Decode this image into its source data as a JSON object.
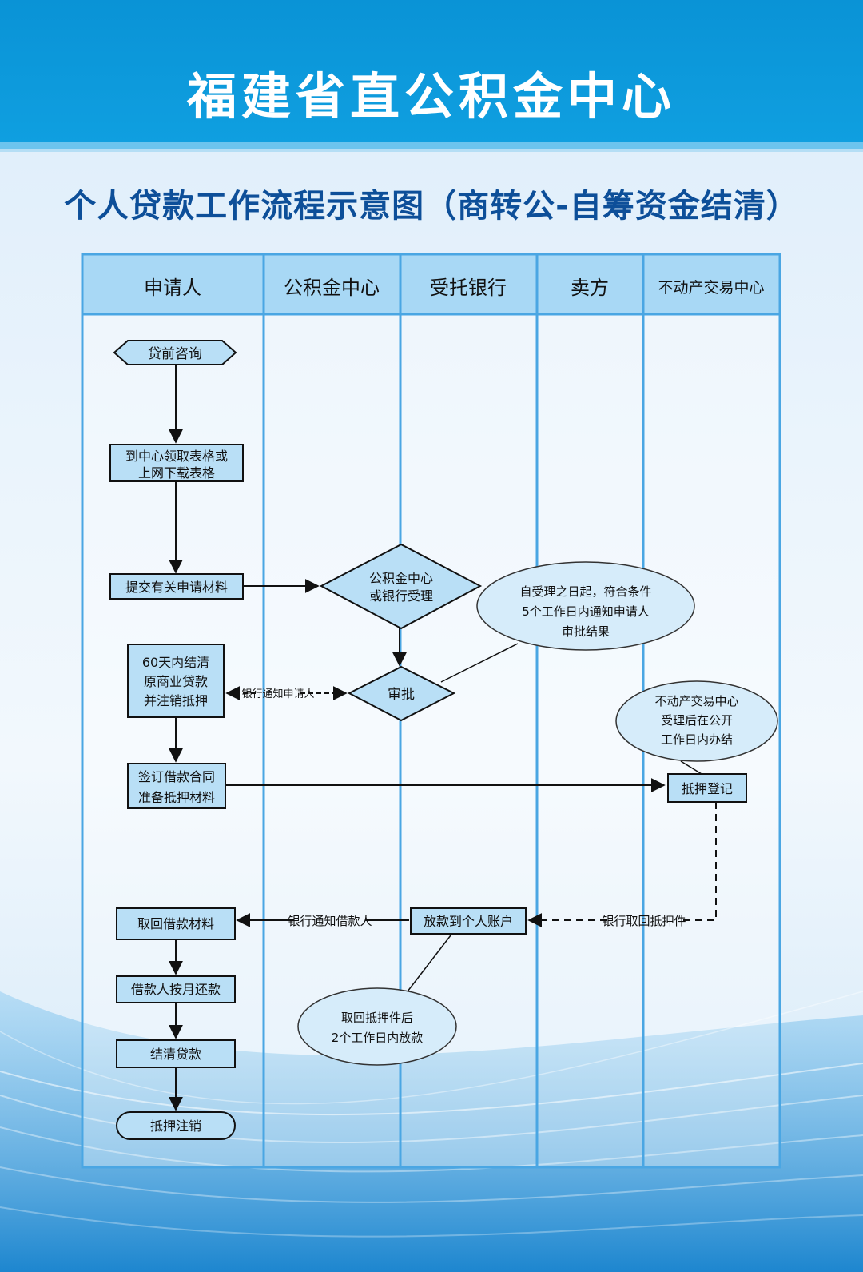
{
  "header": {
    "title": "福建省直公积金中心",
    "subtitle": "个人贷款工作流程示意图（商转公-自筹资金结清）"
  },
  "lanes": [
    "申请人",
    "公积金中心",
    "受托银行",
    "卖方",
    "不动产交易中心"
  ],
  "nodes": {
    "consult": "贷前咨询",
    "get_forms": [
      "到中心领取表格或",
      "上网下载表格"
    ],
    "submit": "提交有关申请材料",
    "accept": [
      "公积金中心",
      "或银行受理"
    ],
    "approve": "审批",
    "settle_commercial": [
      "60天内结清",
      "原商业贷款",
      "并注销抵押"
    ],
    "sign_contract": [
      "签订借款合同",
      "准备抵押材料"
    ],
    "mortgage_reg": "抵押登记",
    "release": "放款到个人账户",
    "retrieve": "取回借款材料",
    "repay": "借款人按月还款",
    "settle_loan": "结清贷款",
    "cancel_mortgage": "抵押注销"
  },
  "notes": {
    "approval_note": [
      "自受理之日起，符合条件",
      "5个工作日内通知申请人",
      "审批结果"
    ],
    "registry_note": [
      "不动产交易中心",
      "受理后在公开",
      "工作日内办结"
    ],
    "release_note": [
      "取回抵押件后",
      "2个工作日内放款"
    ]
  },
  "edge_labels": {
    "bank_notify_applicant": "银行通知申请人",
    "bank_notify_borrower": "银行通知借款人",
    "bank_get_mortgage": "银行取回抵押件"
  },
  "colors": {
    "header_blue": "#0f9fe0",
    "title_navy": "#0d4f99",
    "node_fill": "#b9dff6",
    "lane_header": "#a8d8f5",
    "note_fill": "#d6ecfa"
  }
}
